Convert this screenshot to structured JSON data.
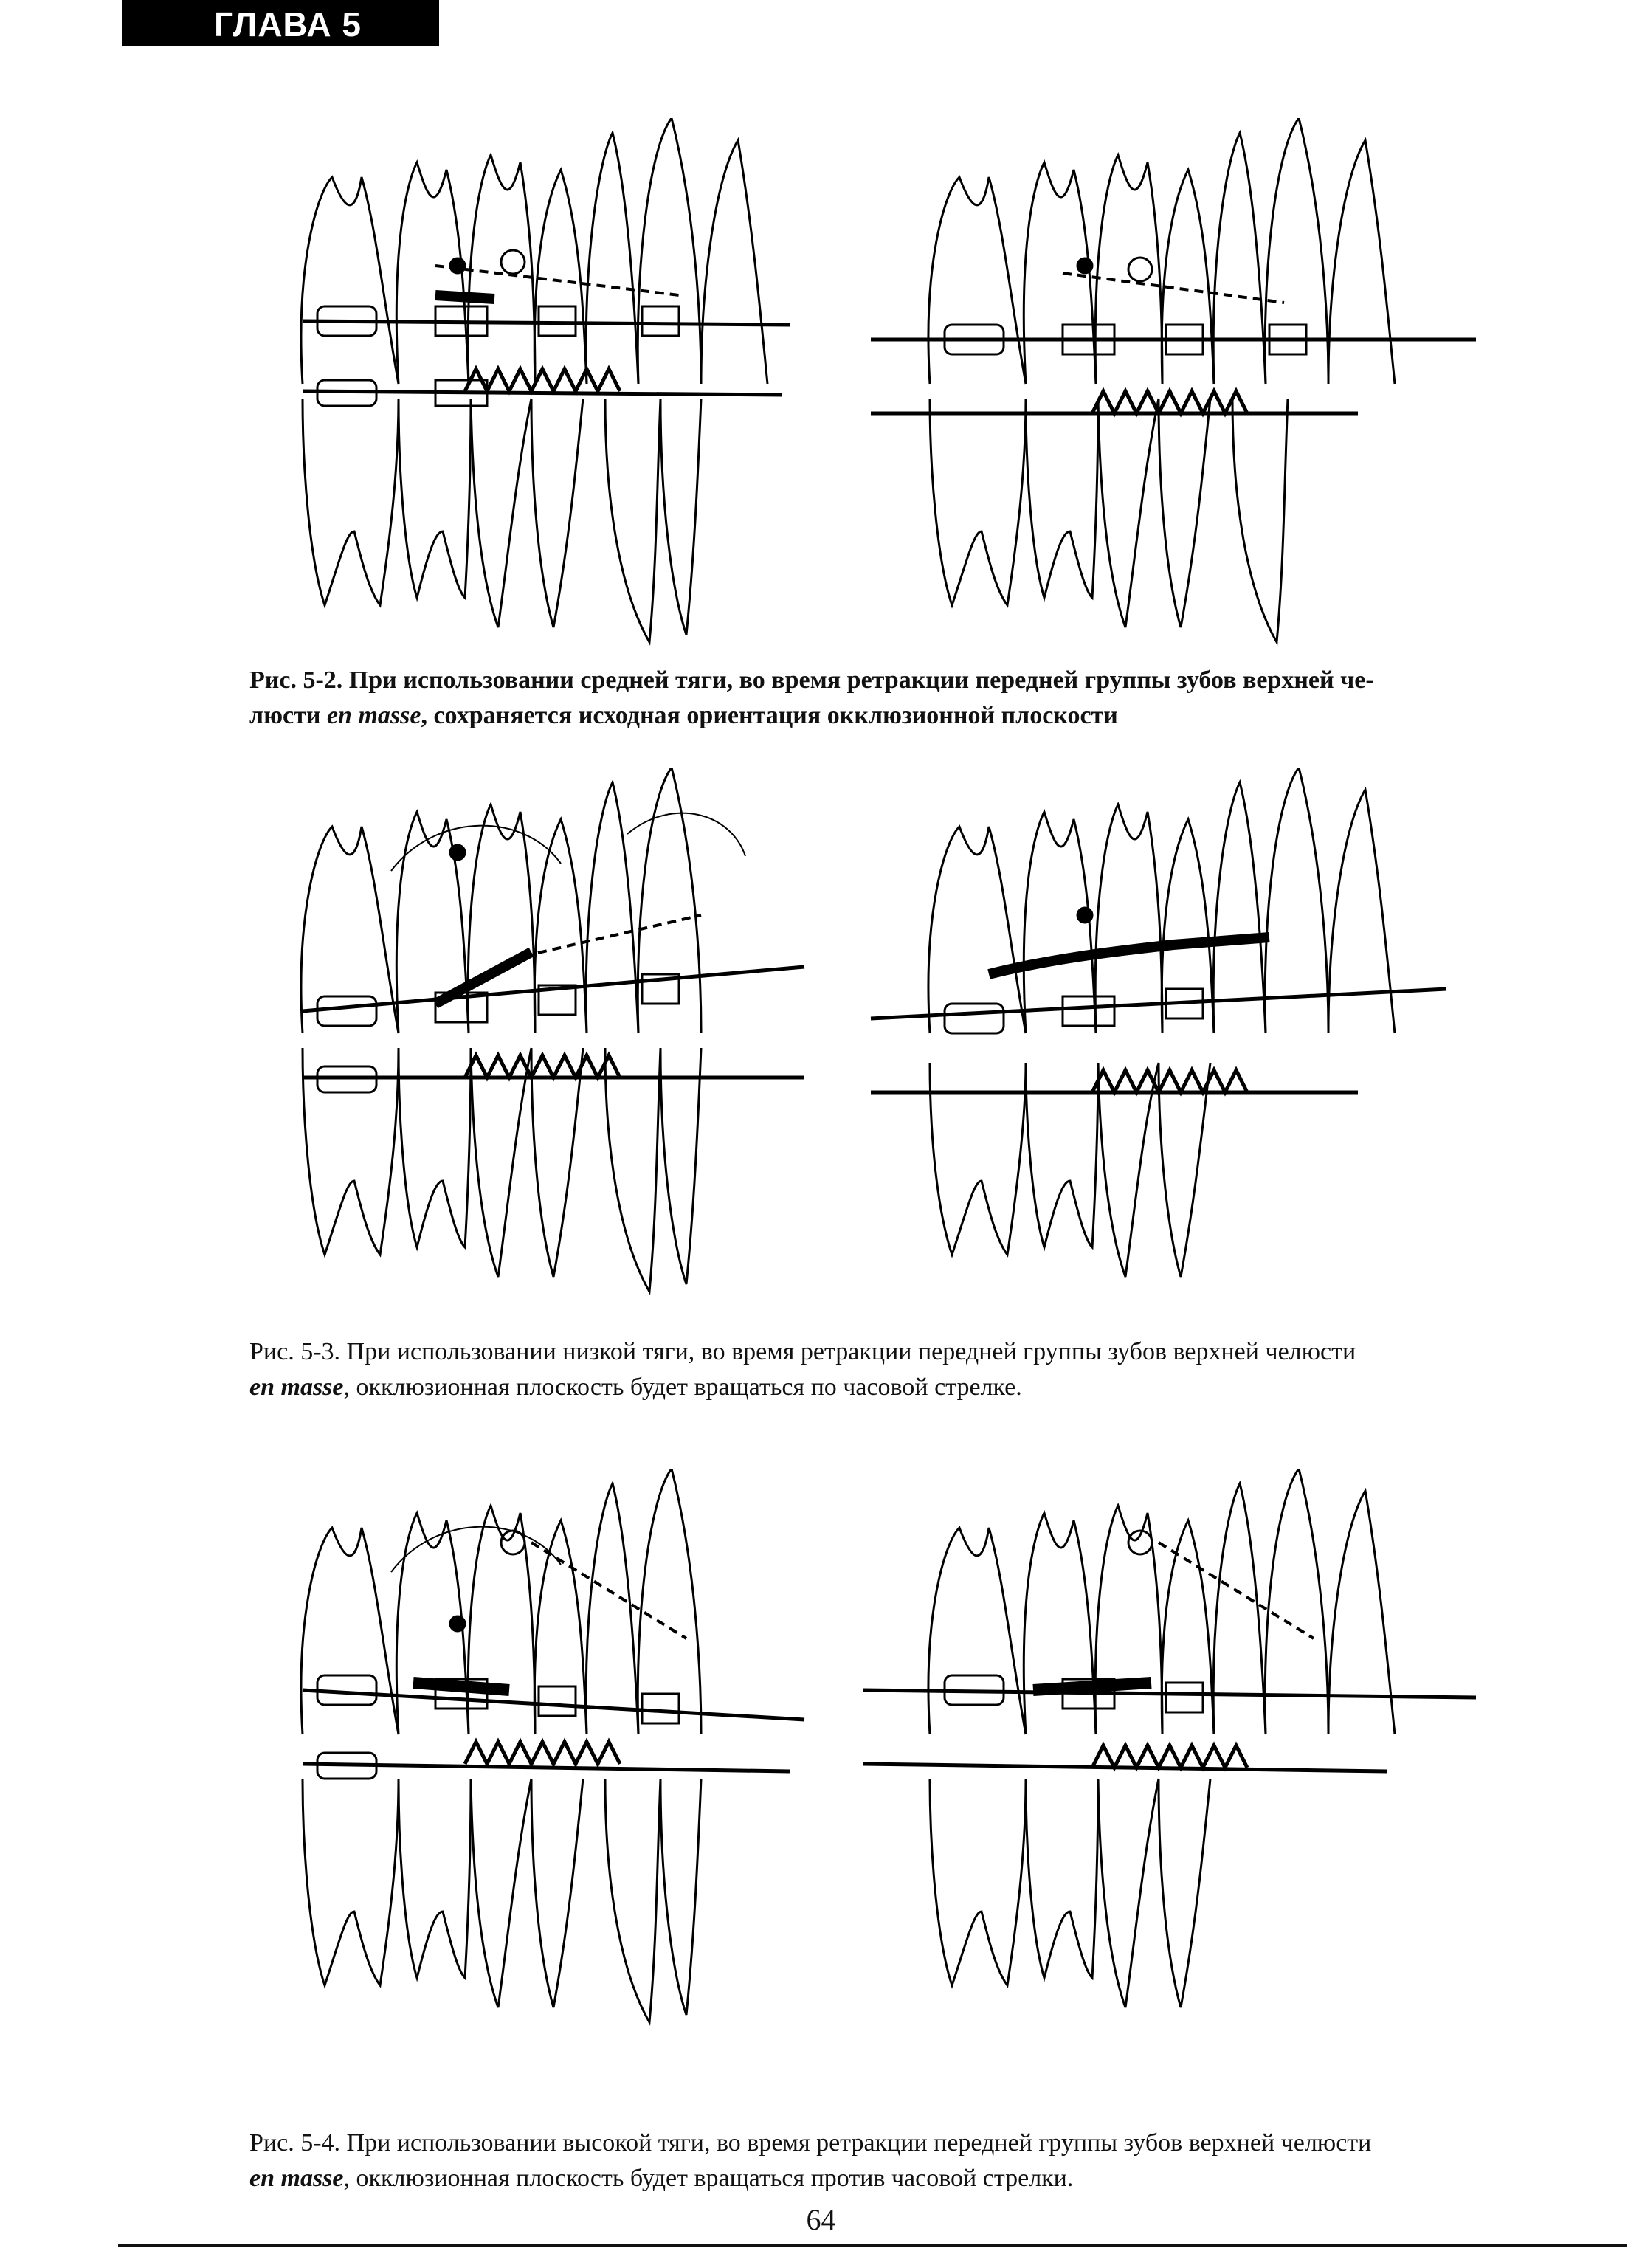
{
  "header": {
    "chapter_label": "ГЛАВА 5"
  },
  "figures": [
    {
      "caption_label": "Рис. 5-2.",
      "caption_lead": "При использовании средней тяги, во время ретракции передней группы зубов верхней че-",
      "caption_line2_start": "люсти",
      "caption_italic": "en masse",
      "caption_line2_end": ", сохраняется исходная ориентация окклюзионной плоскости"
    },
    {
      "caption_label": "Рис. 5-3.",
      "caption_lead": "При использовании низкой тяги, во время ретракции передней группы зубов верхней челюсти",
      "caption_line2_start": "",
      "caption_italic": "en masse",
      "caption_line2_end": ", окклюзионная плоскость будет вращаться по часовой стрелке."
    },
    {
      "caption_label": "Рис. 5-4.",
      "caption_lead": "При использовании высокой тяги, во время ретракции передней группы зубов верхней челюсти",
      "caption_line2_start": "",
      "caption_italic": "en masse",
      "caption_line2_end": ", окклюзионная плоскость будет вращаться против часовой стрелки."
    }
  ],
  "footer": {
    "page_number": "64"
  }
}
